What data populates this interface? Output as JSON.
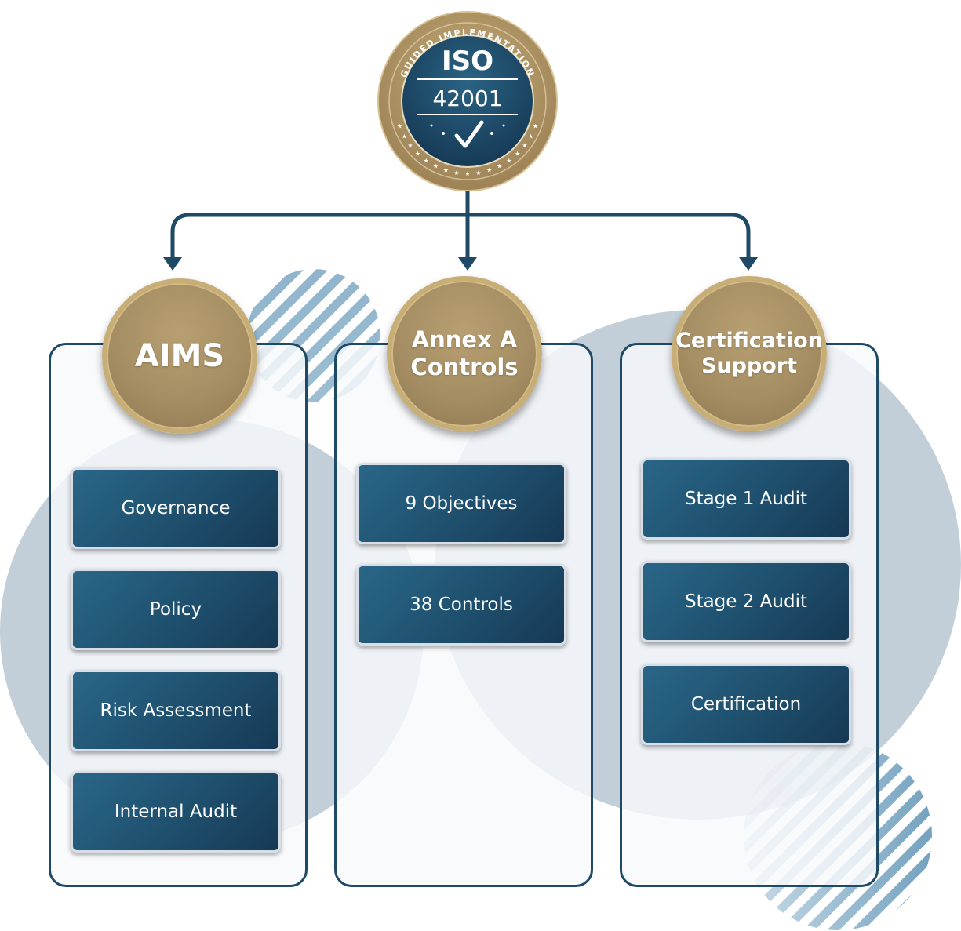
{
  "badge": {
    "arc_text": "GUIDED IMPLEMENTATION",
    "title": "ISO",
    "number": "42001"
  },
  "columns": [
    {
      "heading": "AIMS",
      "items": [
        "Governance",
        "Policy",
        "Risk Assessment",
        "Internal Audit"
      ]
    },
    {
      "heading": "Annex A Controls",
      "heading_lines": [
        "Annex A",
        "Controls"
      ],
      "items": [
        "9 Objectives",
        "38 Controls"
      ]
    },
    {
      "heading": "Certification Support",
      "heading_lines": [
        "Certification",
        "Support"
      ],
      "items": [
        "Stage 1 Audit",
        "Stage 2 Audit",
        "Certification"
      ]
    }
  ],
  "colors": {
    "navy": "#1f4a67",
    "gold": "#b49a6a",
    "item_blue": "#245c7d",
    "bg_blob": "#c2ced8"
  }
}
